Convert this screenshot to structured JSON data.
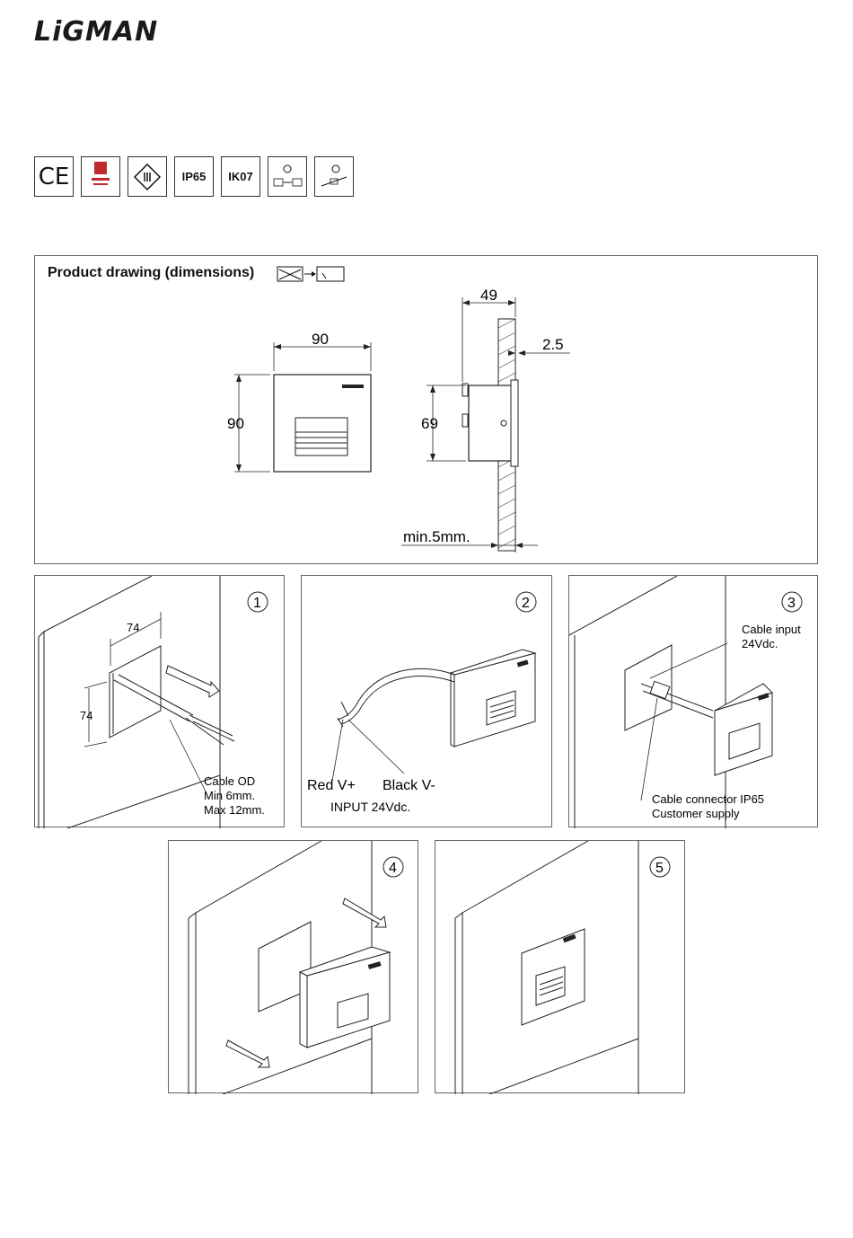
{
  "brand": {
    "logo_text": "LiGMAN"
  },
  "certifications": [
    {
      "name": "ce-mark",
      "label": "CE"
    },
    {
      "name": "quality-mark",
      "label": ""
    },
    {
      "name": "class-iii",
      "label": ""
    },
    {
      "name": "ip-rating",
      "label": "IP65"
    },
    {
      "name": "ik-rating",
      "label": "IK07"
    },
    {
      "name": "install-icon-1",
      "label": ""
    },
    {
      "name": "install-icon-2",
      "label": ""
    }
  ],
  "product_drawing": {
    "title": "Product drawing (dimensions)",
    "front_width": "90",
    "front_height": "90",
    "side_depth": "49",
    "side_height": "69",
    "flange": "2.5",
    "min_wall": "min.5mm."
  },
  "steps": [
    {
      "num": "1",
      "hole_w": "74",
      "hole_h": "74",
      "cable_note": [
        "Cable OD",
        "Min 6mm.",
        "Max 12mm."
      ]
    },
    {
      "num": "2",
      "red": "Red V+",
      "black": "Black V-",
      "input": "INPUT 24Vdc."
    },
    {
      "num": "3",
      "cable_input": [
        "Cable input",
        "24Vdc."
      ],
      "connector": [
        "Cable connector IP65",
        "Customer supply"
      ]
    },
    {
      "num": "4"
    },
    {
      "num": "5"
    }
  ]
}
